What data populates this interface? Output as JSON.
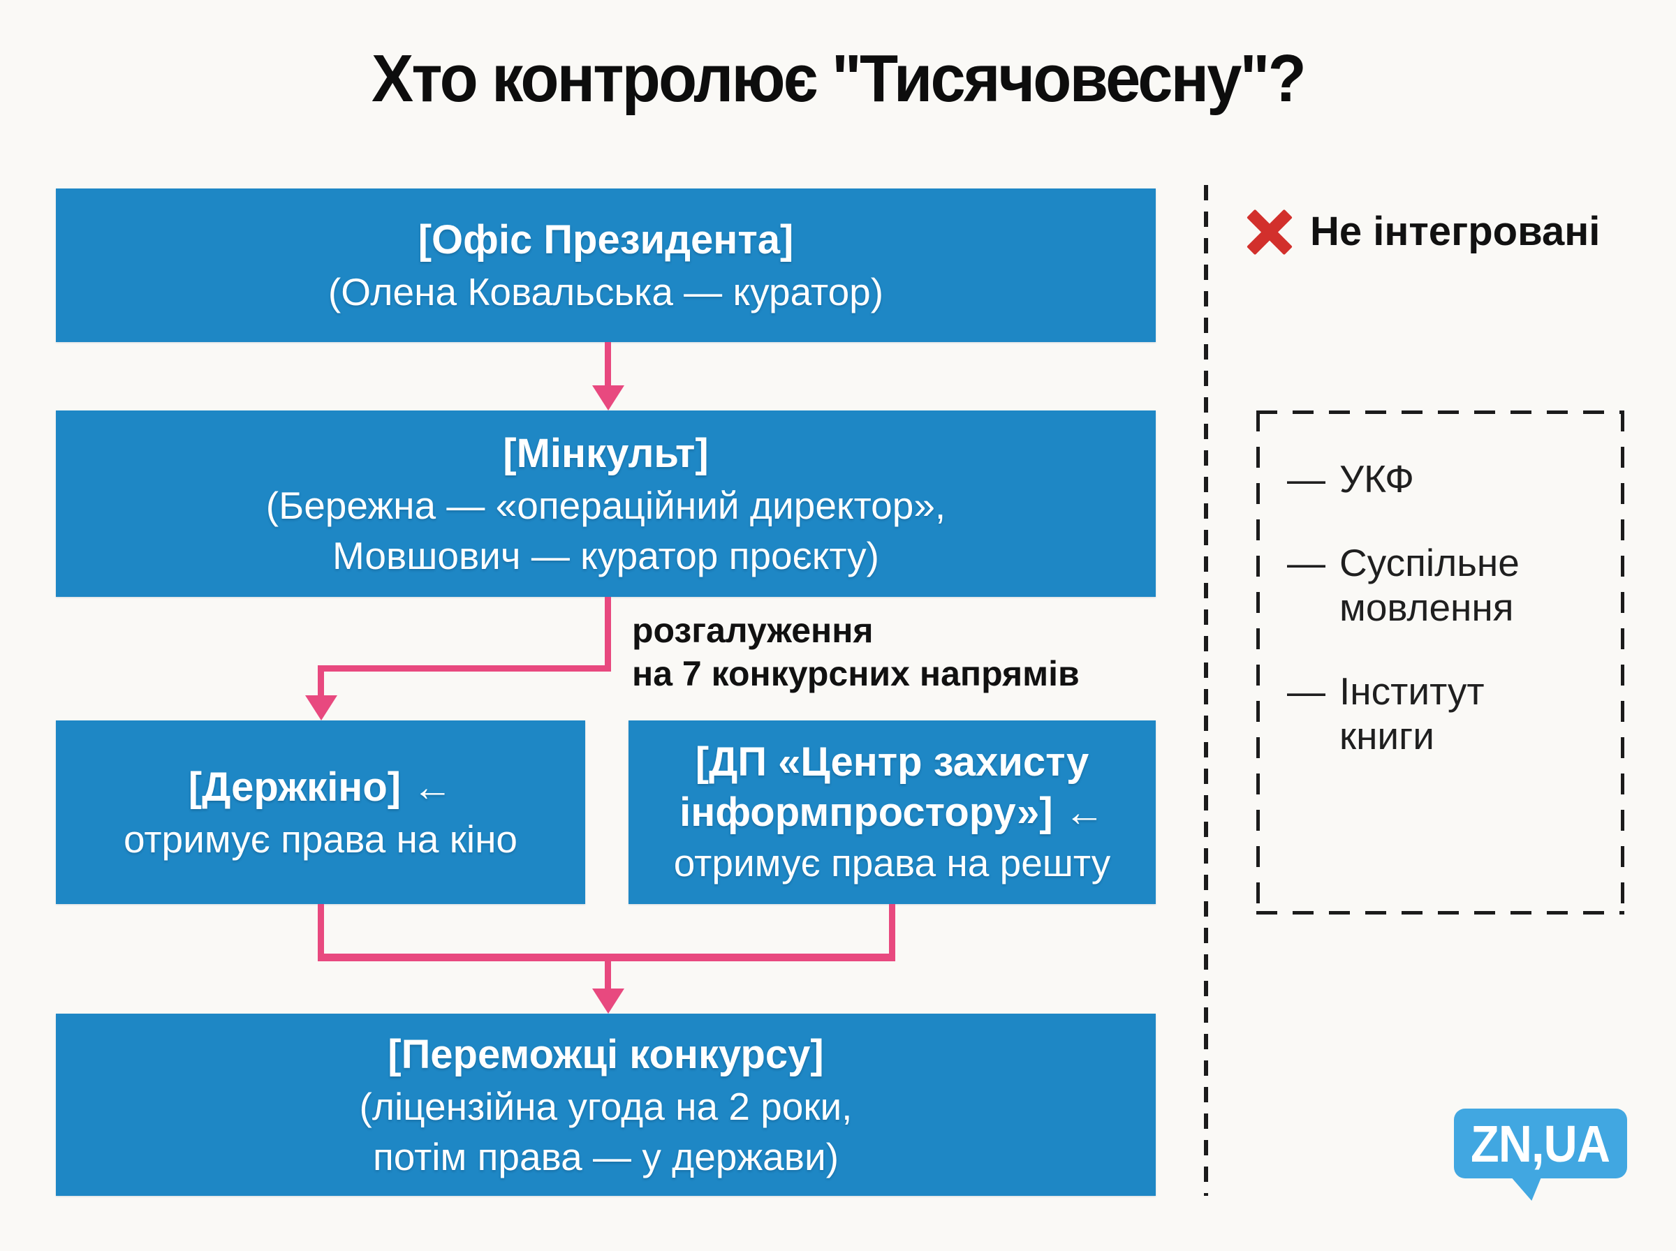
{
  "title": "Хто контролює \"Тисячовесну\"?",
  "flow": {
    "office_president": {
      "title": "[Офіс Президента]",
      "subtitle": "(Олена Ковальська — куратор)"
    },
    "minkult": {
      "title": "[Мінкульт]",
      "subtitle_line1": "(Бережна — «операційний директор»,",
      "subtitle_line2": "Мовшович — куратор проєкту)"
    },
    "branch_label_line1": "розгалуження",
    "branch_label_line2": "на 7 конкурсних напрямів",
    "derzhkino": {
      "title": "[Держкіно] ←",
      "subtitle": "отримує права на кіно"
    },
    "infoprostir": {
      "title_line1": "[ДП «Центр захисту",
      "title_line2": "інформпростору»] ←",
      "subtitle": "отримує права на решту"
    },
    "winners": {
      "title": "[Переможці конкурсу]",
      "subtitle_line1": "(ліцензійна угода на 2 роки,",
      "subtitle_line2": "потім права — у держави)"
    }
  },
  "legend": {
    "not_integrated_label": "Не інтегровані",
    "items": [
      {
        "dash": "—",
        "label": "УКФ"
      },
      {
        "dash": "—",
        "label": "Суспільне мовлення"
      },
      {
        "dash": "—",
        "label": "Інститут книги"
      }
    ]
  },
  "logo": {
    "text": "ZN,UA"
  },
  "colors": {
    "box_blue": "#1e87c5",
    "arrow_pink": "#e8497f",
    "x_red": "#d2302c",
    "logo_blue": "#41a7e1",
    "background": "#faf9f6",
    "ink": "#161616"
  }
}
